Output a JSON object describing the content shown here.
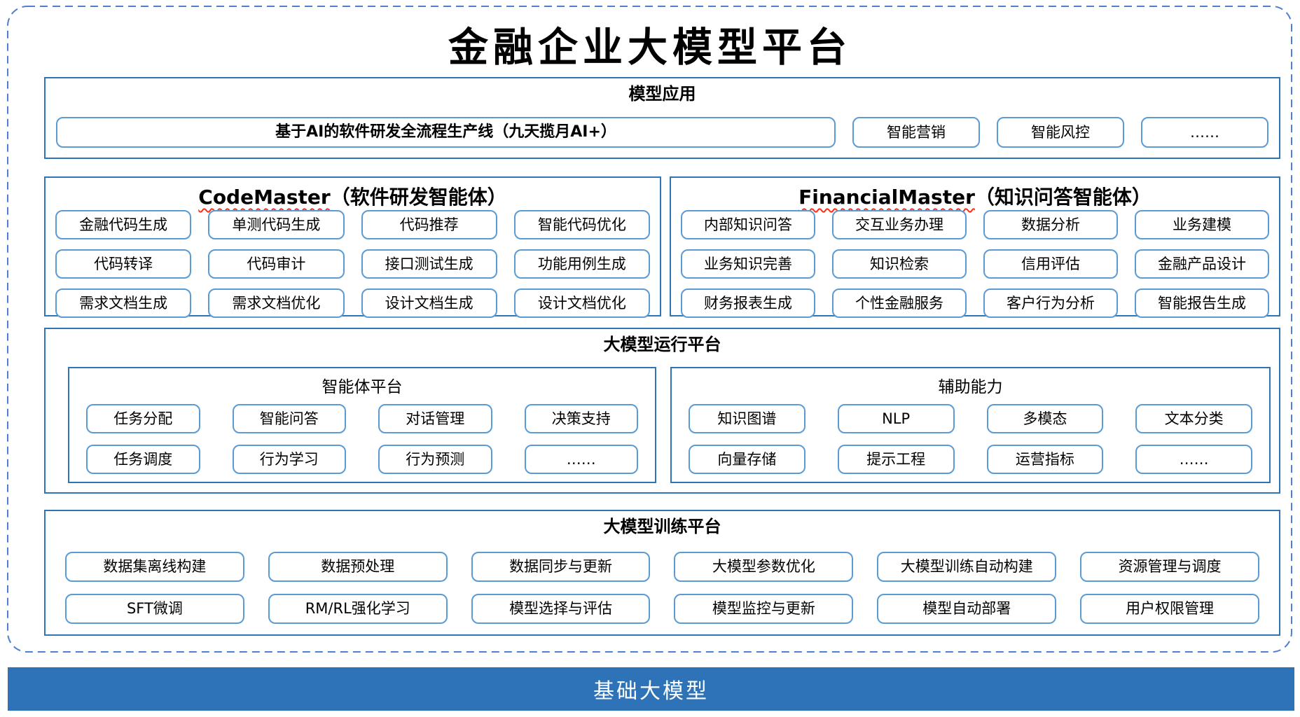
{
  "title": "金融企业大模型平台",
  "colors": {
    "section_border": "#2e75b6",
    "node_border": "#5b9bd5",
    "dashed_frame": "#4f7fd2",
    "foundation_bar_bg": "#2e73b8",
    "foundation_bar_text": "#ffffff",
    "squiggle_red": "#ff2d16"
  },
  "sections": {
    "model_app": {
      "heading": "模型应用",
      "items": [
        "基于AI的软件研发全流程生产线（九天揽月AI+）",
        "智能营销",
        "智能风控",
        "……"
      ]
    },
    "agents": [
      {
        "name_en": "CodeMaster",
        "name_cn": "（软件研发智能体）",
        "items": [
          "金融代码生成",
          "单测代码生成",
          "代码推荐",
          "智能代码优化",
          "代码转译",
          "代码审计",
          "接口测试生成",
          "功能用例生成",
          "需求文档生成",
          "需求文档优化",
          "设计文档生成",
          "设计文档优化"
        ]
      },
      {
        "name_en": "FinancialMaster",
        "name_cn": "（知识问答智能体）",
        "items": [
          "内部知识问答",
          "交互业务办理",
          "数据分析",
          "业务建模",
          "业务知识完善",
          "知识检索",
          "信用评估",
          "金融产品设计",
          "财务报表生成",
          "个性金融服务",
          "客户行为分析",
          "智能报告生成"
        ]
      }
    ],
    "runtime": {
      "heading": "大模型运行平台",
      "groups": [
        {
          "heading": "智能体平台",
          "items": [
            "任务分配",
            "智能问答",
            "对话管理",
            "决策支持",
            "任务调度",
            "行为学习",
            "行为预测",
            "……"
          ]
        },
        {
          "heading": "辅助能力",
          "items": [
            "知识图谱",
            "NLP",
            "多模态",
            "文本分类",
            "向量存储",
            "提示工程",
            "运营指标",
            "……"
          ]
        }
      ]
    },
    "training": {
      "heading": "大模型训练平台",
      "items": [
        "数据集离线构建",
        "数据预处理",
        "数据同步与更新",
        "大模型参数优化",
        "大模型训练自动构建",
        "资源管理与调度",
        "SFT微调",
        "RM/RL强化学习",
        "模型选择与评估",
        "模型监控与更新",
        "模型自动部署",
        "用户权限管理"
      ]
    },
    "foundation": {
      "label": "基础大模型"
    }
  }
}
